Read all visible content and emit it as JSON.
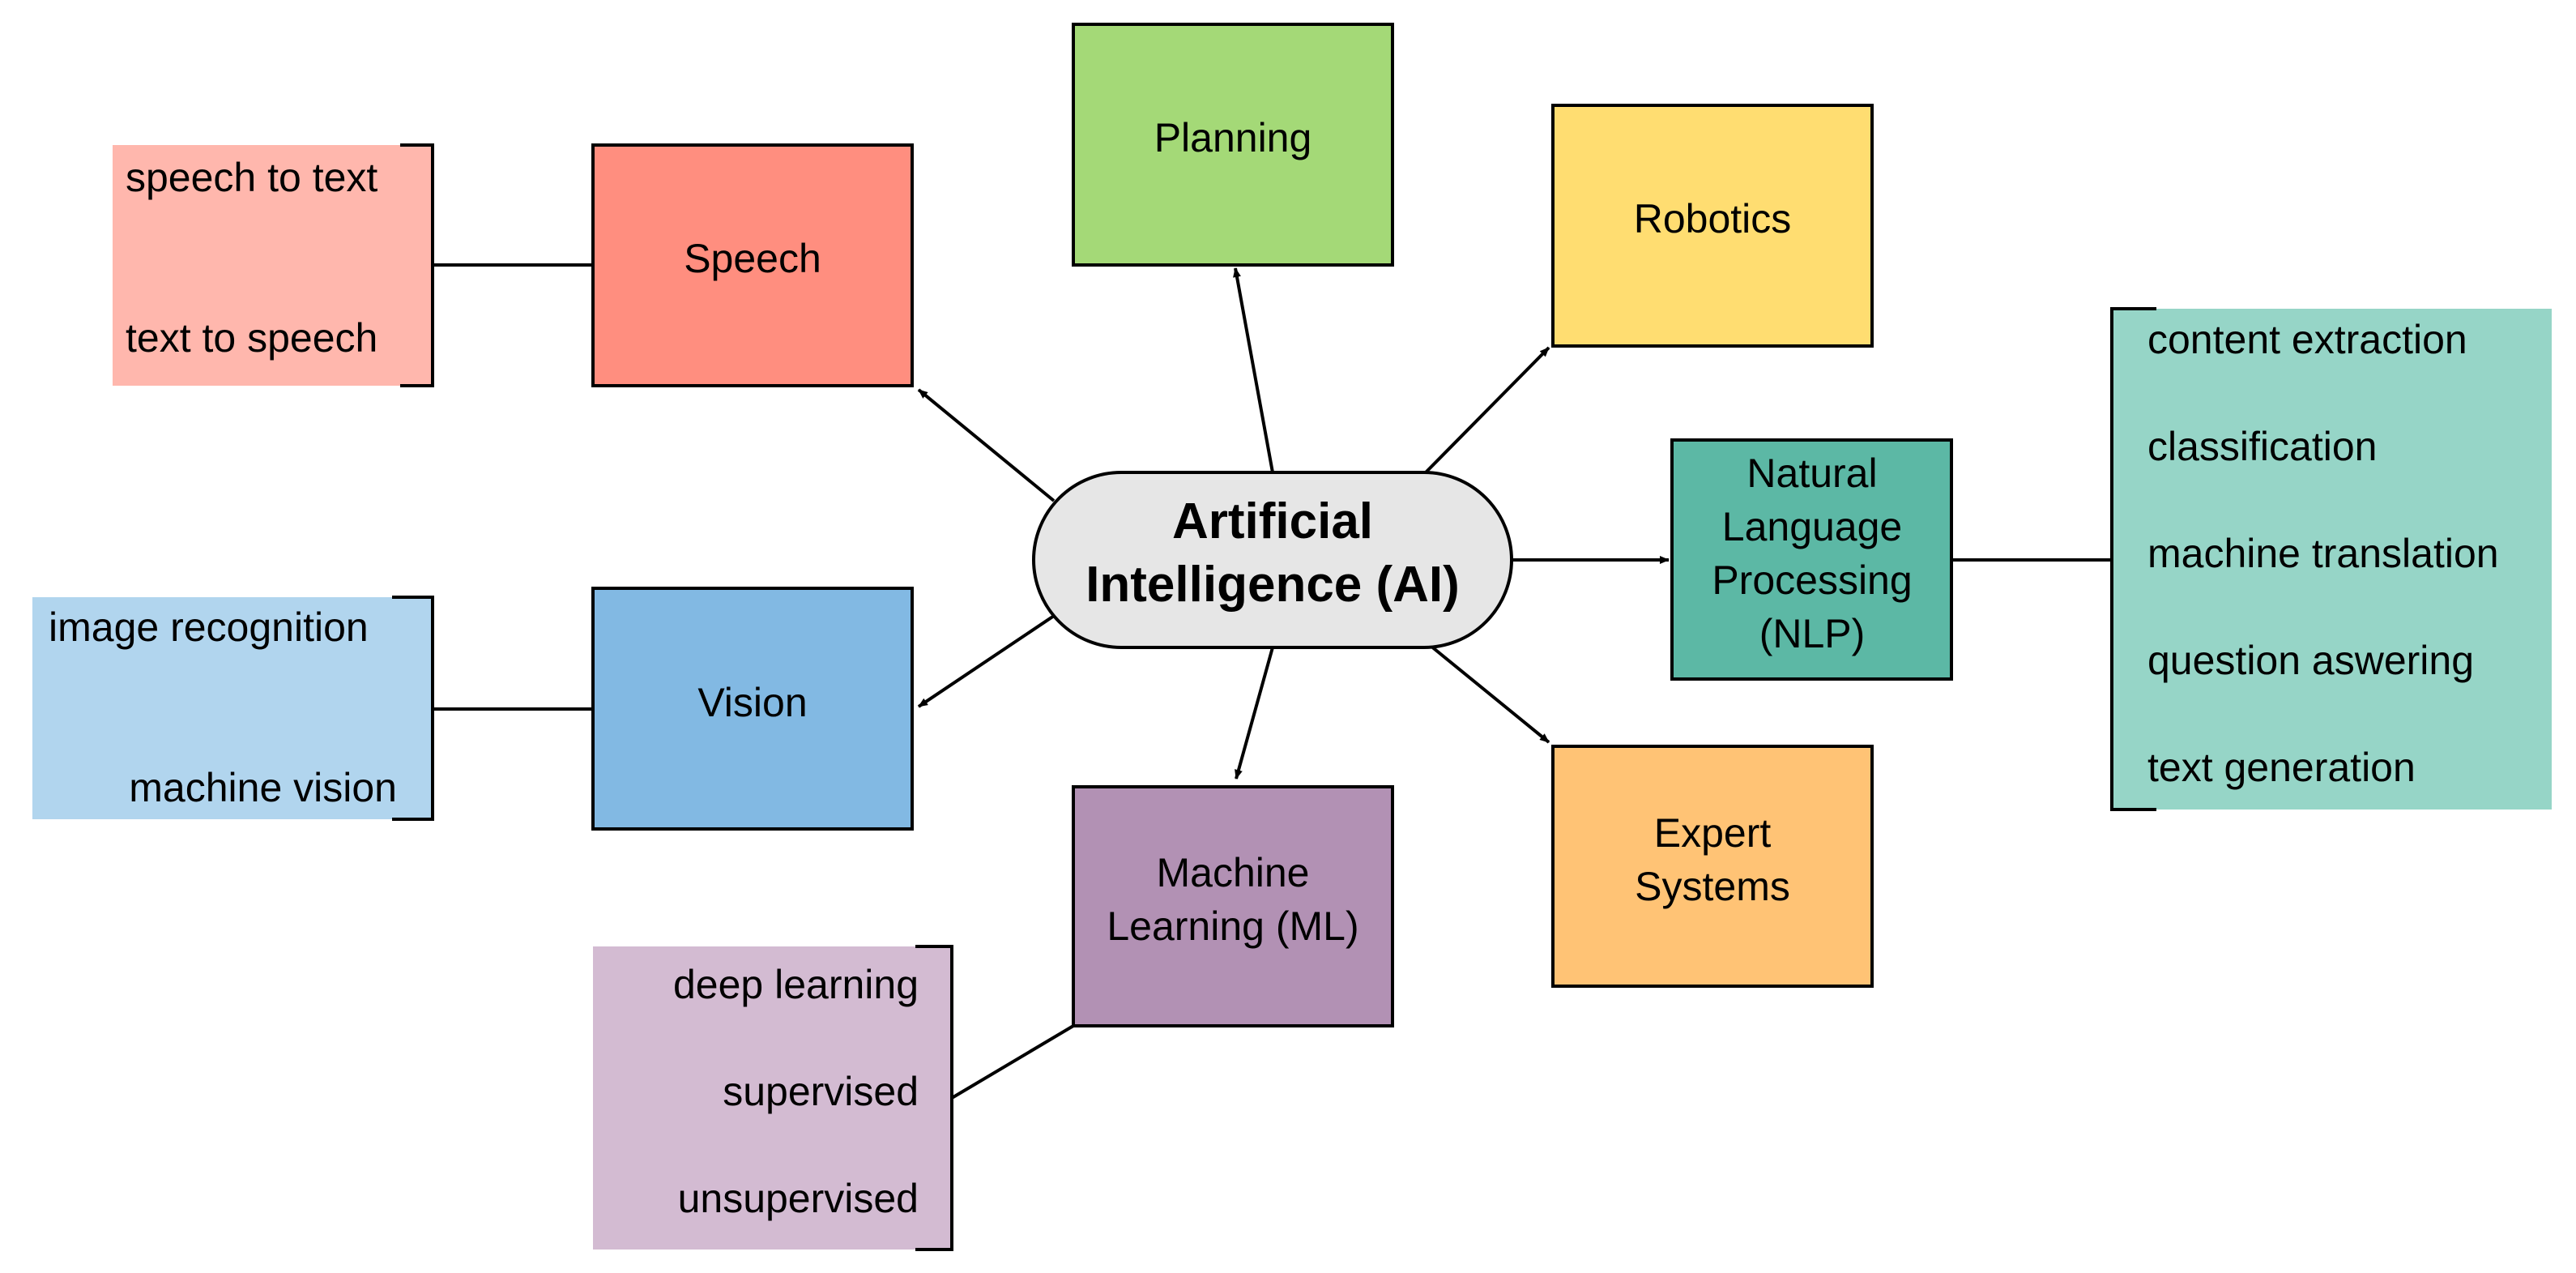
{
  "center": {
    "lines": [
      "Artificial",
      "Intelligence (AI)"
    ],
    "fill": "#e6e6e6"
  },
  "nodes": {
    "planning": {
      "lines": [
        "Planning"
      ],
      "fill": "#a4d977"
    },
    "robotics": {
      "lines": [
        "Robotics"
      ],
      "fill": "#ffdd71"
    },
    "speech": {
      "lines": [
        "Speech"
      ],
      "fill": "#ff8e7f"
    },
    "vision": {
      "lines": [
        "Vision"
      ],
      "fill": "#82b9e3"
    },
    "nlp": {
      "lines": [
        "Natural",
        "Language",
        "Processing",
        "(NLP)"
      ],
      "fill": "#5cb8a5"
    },
    "expert": {
      "lines": [
        "Expert",
        "Systems"
      ],
      "fill": "#ffc375"
    },
    "ml": {
      "lines": [
        "Machine",
        "Learning (ML)"
      ],
      "fill": "#b291b4"
    }
  },
  "groups": {
    "speech_items": {
      "items": [
        "speech to text",
        "text to speech"
      ],
      "fill": "#ffb7ad"
    },
    "vision_items": {
      "items": [
        "image recognition",
        "machine vision"
      ],
      "fill": "#b1d5ee"
    },
    "ml_items": {
      "items": [
        "deep learning",
        "supervised",
        "unsupervised"
      ],
      "fill": "#d3bbd2"
    },
    "nlp_items": {
      "items": [
        "content extraction",
        "classification",
        "machine translation",
        "question aswering",
        "text generation"
      ],
      "fill": "#96d5c7"
    }
  }
}
